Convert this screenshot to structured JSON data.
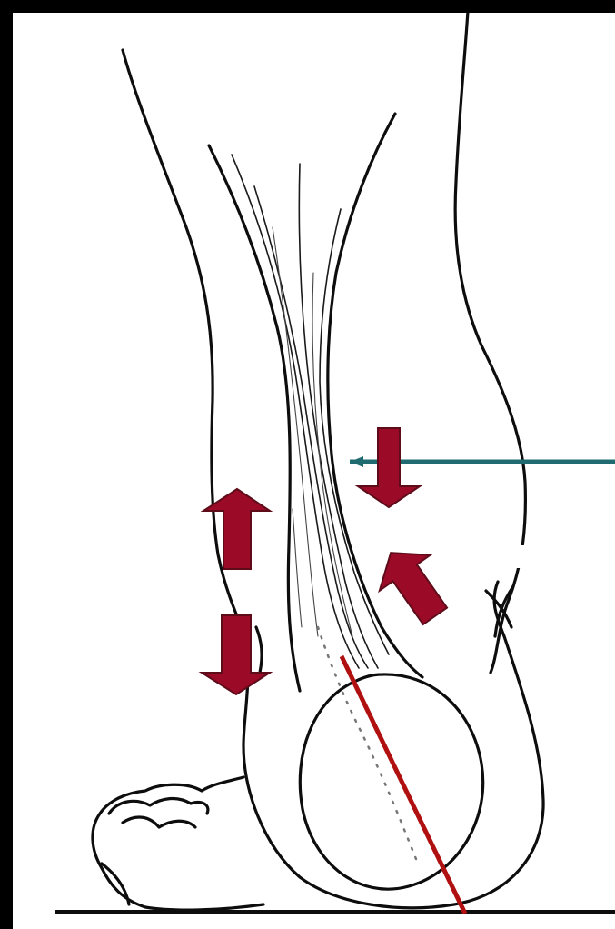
{
  "colors": {
    "background": "#ffffff",
    "frame": "#000000",
    "outline": "#0d0d0d",
    "arrow_fill": "#9b0a26",
    "arrow_stroke": "#5e0c1a",
    "red_line": "#b01010",
    "teal_line": "#1f6b70"
  },
  "arrows": [
    {
      "id": "arrow-down-upper-right",
      "direction": "down"
    },
    {
      "id": "arrow-up-left",
      "direction": "up"
    },
    {
      "id": "arrow-diagonal-up-left",
      "direction": "up-left"
    },
    {
      "id": "arrow-down-left",
      "direction": "down"
    }
  ]
}
